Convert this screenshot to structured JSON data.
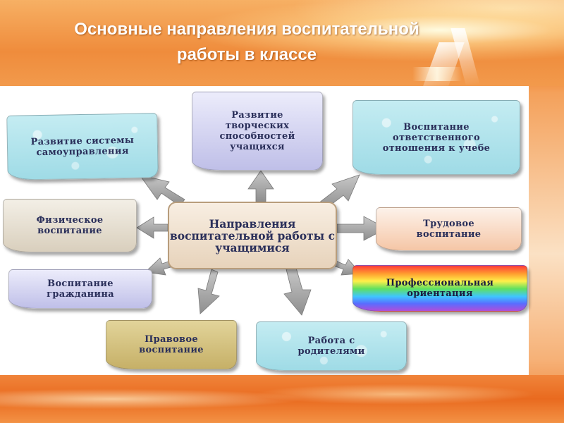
{
  "slide": {
    "title_line1": "Основные направления воспитательной",
    "title_line2": "работы в классе"
  },
  "diagram": {
    "center": "Направления воспитательной работы с учащимися",
    "nodes": [
      {
        "id": "self-government",
        "text": "Развитие системы самоуправления",
        "color": "#a6dde8"
      },
      {
        "id": "creative",
        "text": "Развитие творческих способностей учащихся",
        "color": "#c9c9ee"
      },
      {
        "id": "responsible",
        "text": "Воспитание ответственного отношения к учебе",
        "color": "#a6dde8"
      },
      {
        "id": "physical",
        "text": "Физическое воспитание",
        "color": "#e3dccd"
      },
      {
        "id": "labor",
        "text": "Трудовое воспитание",
        "color": "#f7d3b9"
      },
      {
        "id": "citizen",
        "text": "Воспитание гражданина",
        "color": "#c9c9ee"
      },
      {
        "id": "career",
        "text": "Профессиональная ориентация",
        "color": "rainbow"
      },
      {
        "id": "legal",
        "text": "Правовое воспитание",
        "color": "#d5c37e"
      },
      {
        "id": "parents",
        "text": "Работа с родителями",
        "color": "#a6dde8"
      }
    ],
    "arrow_color": "#a0a0a0"
  }
}
